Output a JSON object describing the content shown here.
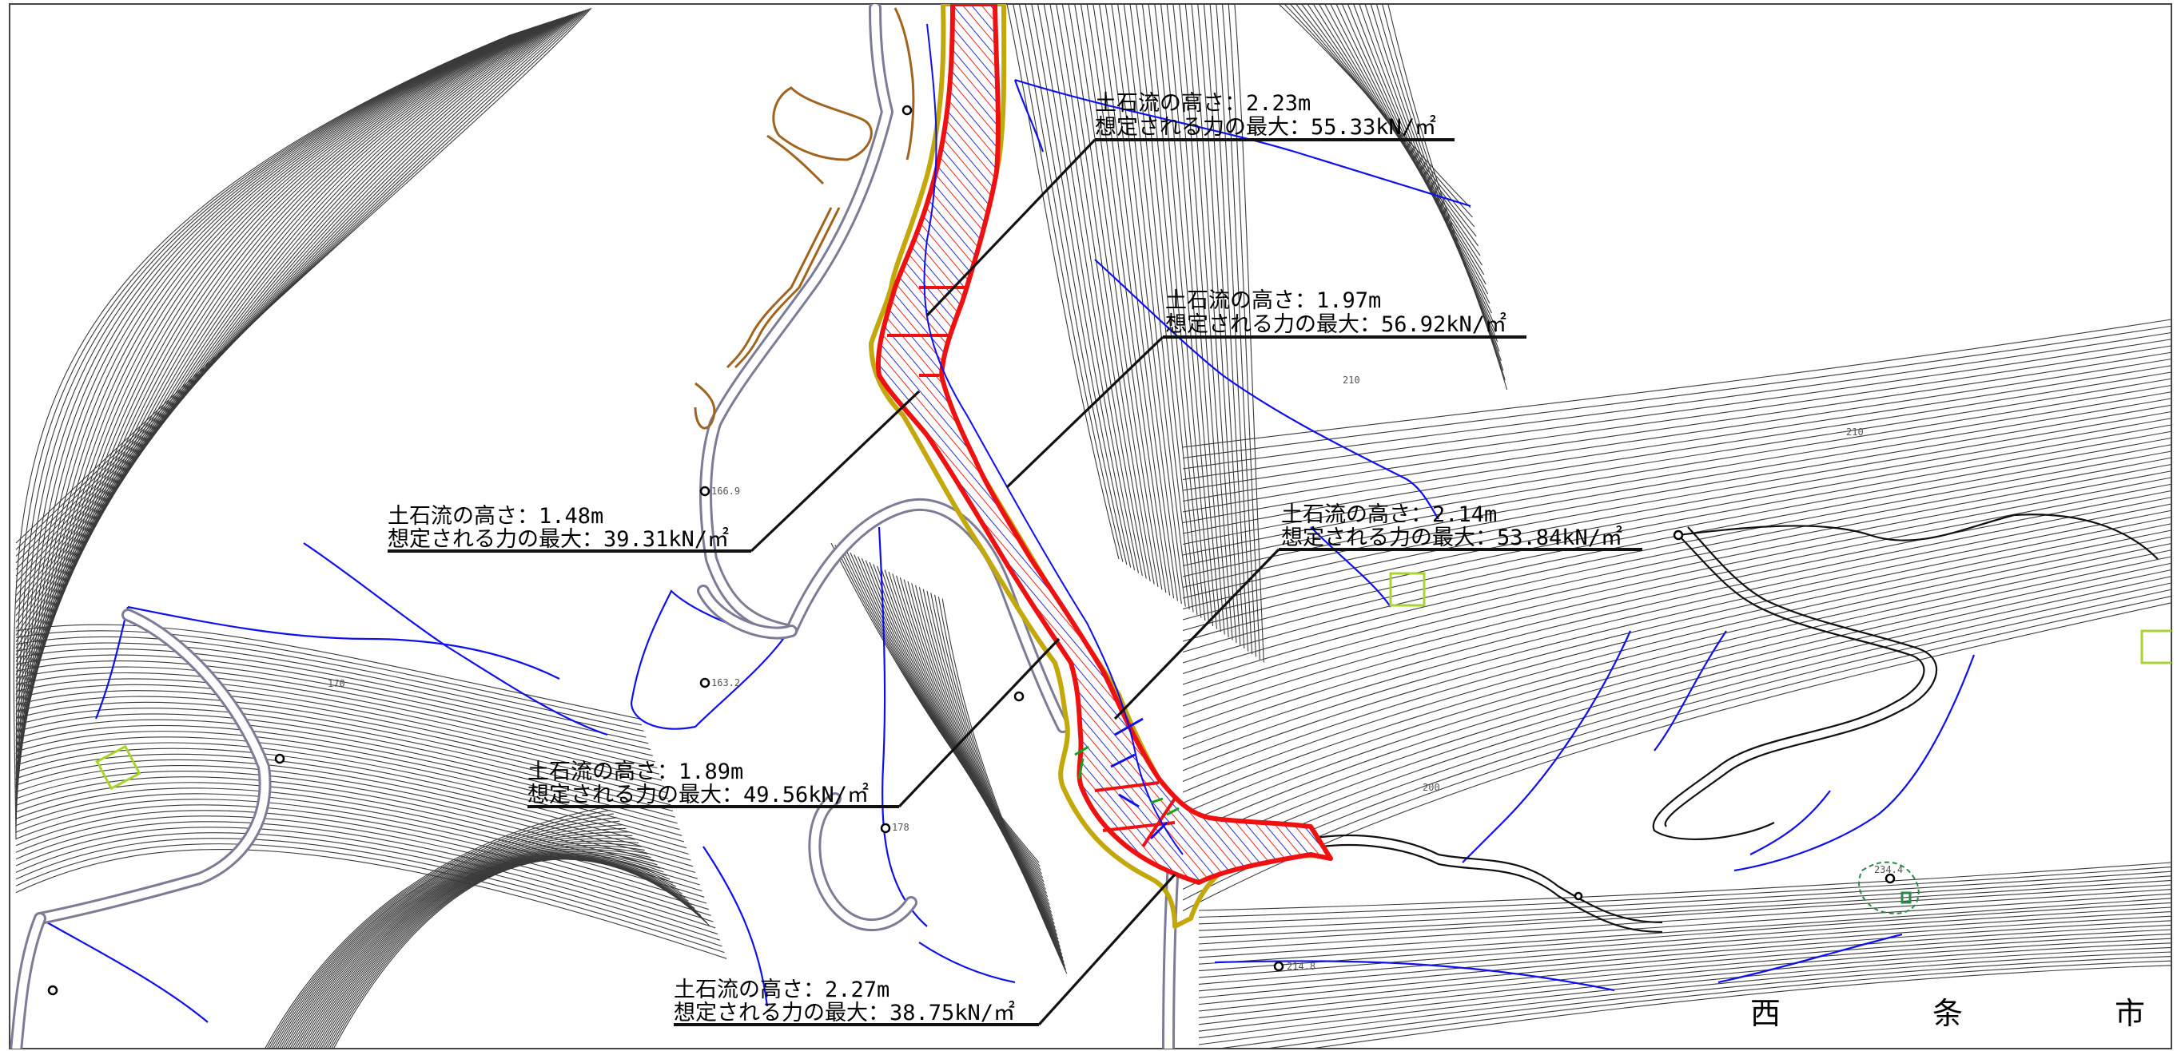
{
  "map": {
    "place_name": [
      "西",
      "条",
      "市"
    ],
    "callouts": [
      {
        "height": "土石流の高さ：2.23m",
        "force": "想定される力の最大：55.33kN/㎡"
      },
      {
        "height": "土石流の高さ：1.97m",
        "force": "想定される力の最大：56.92kN/㎡"
      },
      {
        "height": "土石流の高さ：1.48m",
        "force": "想定される力の最大：39.31kN/㎡"
      },
      {
        "height": "土石流の高さ：2.14m",
        "force": "想定される力の最大：53.84kN/㎡"
      },
      {
        "height": "土石流の高さ：1.89m",
        "force": "想定される力の最大：49.56kN/㎡"
      },
      {
        "height": "土石流の高さ：2.27m",
        "force": "想定される力の最大：38.75kN/㎡"
      }
    ],
    "colors": {
      "danger_zone": "#ee1111",
      "warning_zone": "#c2a80a",
      "stream": "#1010ee",
      "road": "#7c7c96",
      "contour": "#3a3a3a"
    }
  }
}
